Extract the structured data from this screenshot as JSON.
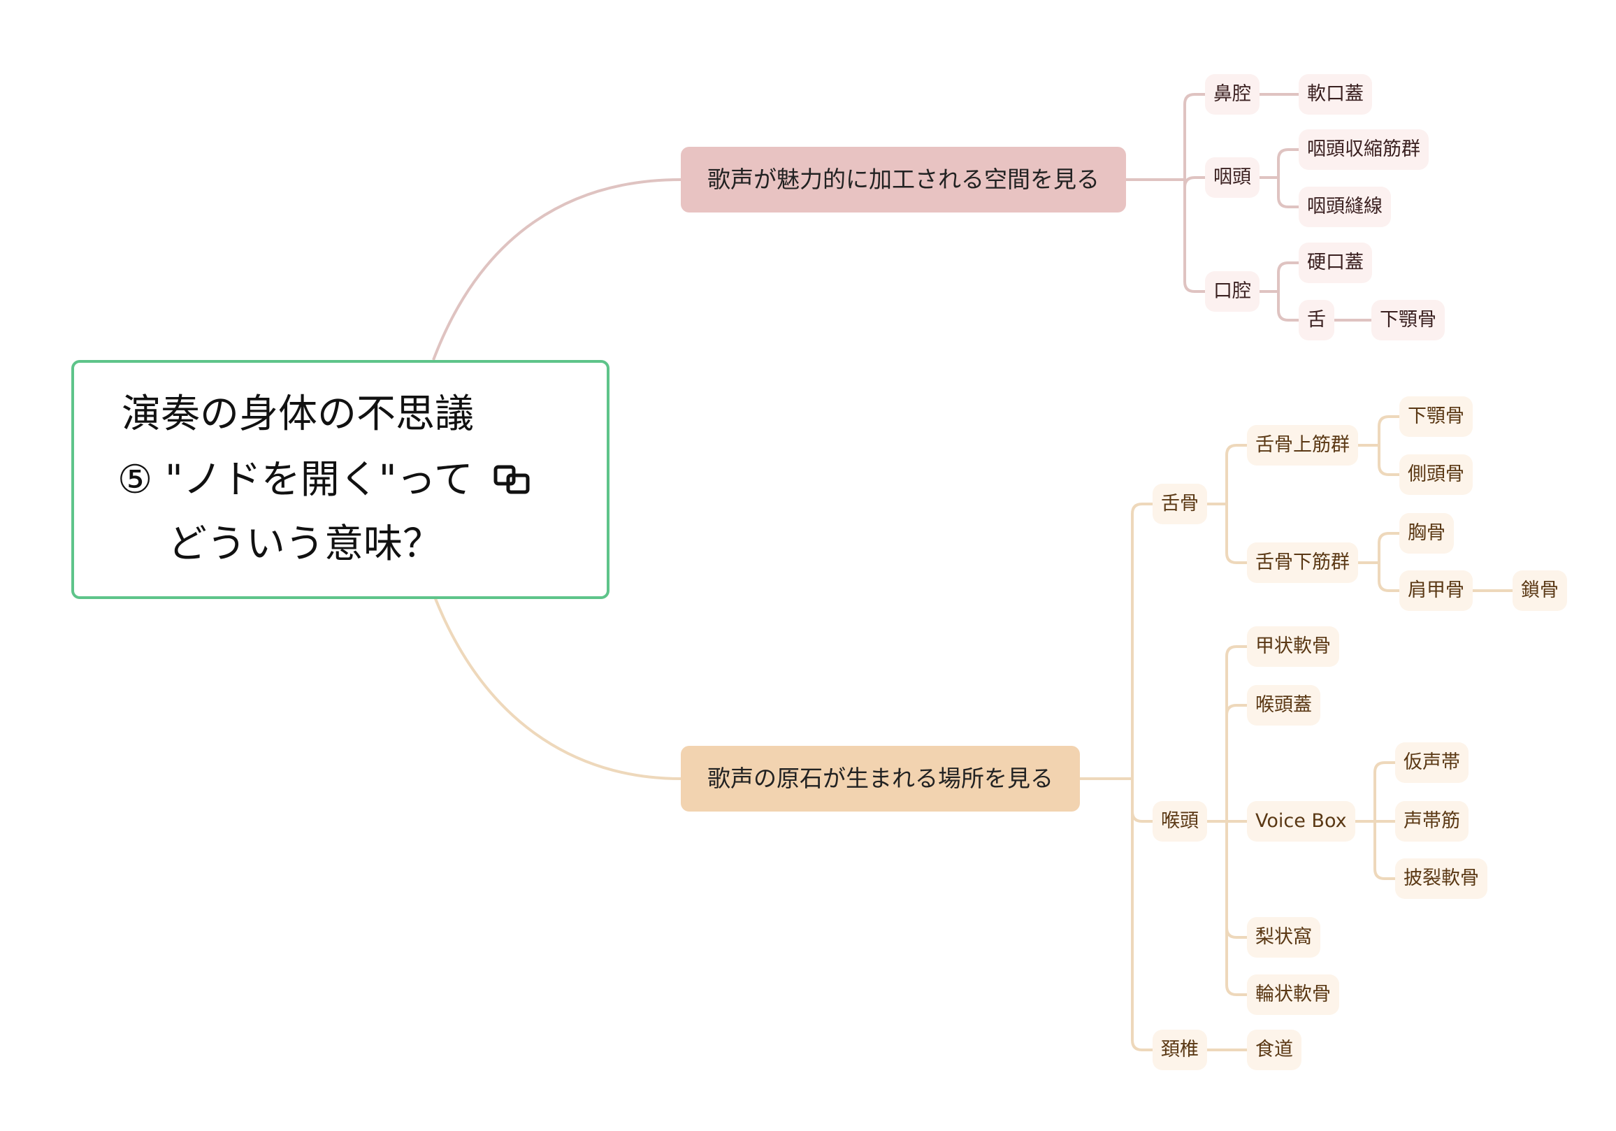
{
  "title": {
    "line1": "演奏の身体の不思議",
    "line2": "⑤ \"ノドを開く\"って",
    "line3": "どういう意味？",
    "link_icon": "link-icon"
  },
  "colors": {
    "central_border": "#5ec48a",
    "pink_main": "#e8c3c2",
    "pink_line": "#dfc3c1",
    "tan_main": "#f2d3b0",
    "tan_line": "#eed8bb"
  },
  "branches": [
    {
      "label": "歌声が魅力的に加工される空間を見る",
      "children": [
        {
          "label": "鼻腔",
          "children": [
            {
              "label": "軟口蓋"
            }
          ]
        },
        {
          "label": "咽頭",
          "children": [
            {
              "label": "咽頭収縮筋群"
            },
            {
              "label": "咽頭縫線"
            }
          ]
        },
        {
          "label": "口腔",
          "children": [
            {
              "label": "硬口蓋"
            },
            {
              "label": "舌",
              "children": [
                {
                  "label": "下顎骨"
                }
              ]
            }
          ]
        }
      ]
    },
    {
      "label": "歌声の原石が生まれる場所を見る",
      "children": [
        {
          "label": "舌骨",
          "children": [
            {
              "label": "舌骨上筋群",
              "children": [
                {
                  "label": "下顎骨"
                },
                {
                  "label": "側頭骨"
                }
              ]
            },
            {
              "label": "舌骨下筋群",
              "children": [
                {
                  "label": "胸骨"
                },
                {
                  "label": "肩甲骨",
                  "children": [
                    {
                      "label": "鎖骨"
                    }
                  ]
                }
              ]
            }
          ]
        },
        {
          "label": "喉頭",
          "children": [
            {
              "label": "甲状軟骨"
            },
            {
              "label": "喉頭蓋"
            },
            {
              "label": "Voice Box",
              "children": [
                {
                  "label": "仮声帯"
                },
                {
                  "label": "声帯筋"
                },
                {
                  "label": "披裂軟骨"
                }
              ]
            },
            {
              "label": "梨状窩"
            },
            {
              "label": "輪状軟骨"
            }
          ]
        },
        {
          "label": "頚椎",
          "children": [
            {
              "label": "食道"
            }
          ]
        }
      ]
    }
  ]
}
